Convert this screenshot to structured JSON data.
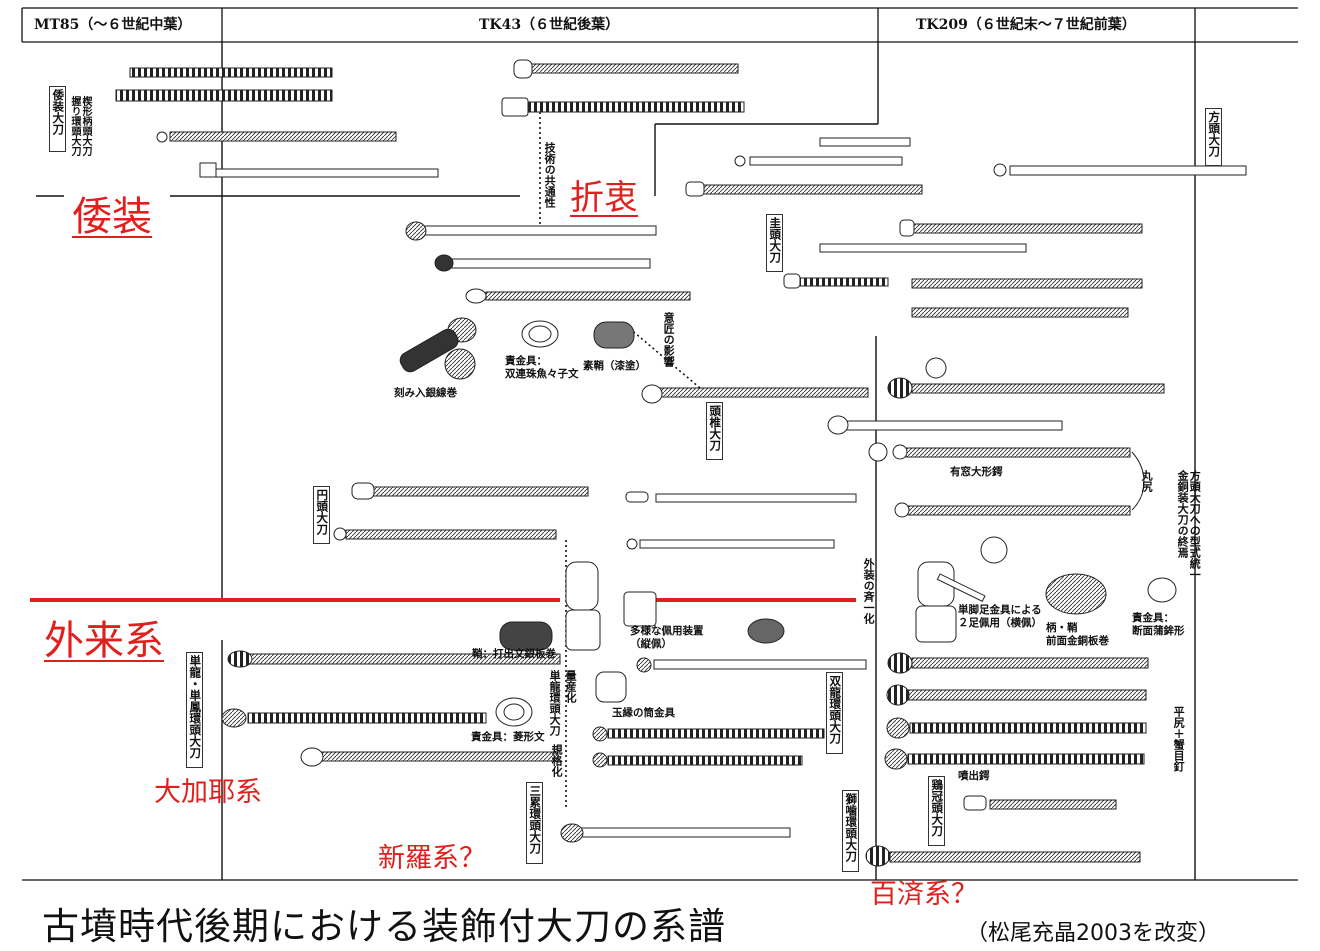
{
  "header": {
    "col1": "MT85（～６世紀中葉）",
    "col2": "TK43（６世紀後葉）",
    "col3": "TK209（６世紀末～７世紀前葉）"
  },
  "groups": {
    "wasou": "倭装",
    "secchu": "折衷",
    "gairai": "外来系",
    "daikaya": "大加耶系",
    "shiragi": "新羅系？",
    "kudara": "百済系？"
  },
  "labels": {
    "wasou_tachi": "倭装大刀",
    "wasou_sub": "楔形柄頭大刀\n握り環頭大刀",
    "gijutsu": "技術の共通性",
    "keito": "圭頭大刀",
    "houtou": "方頭大刀",
    "ishou": "意匠の影響",
    "tsubo": "頭椎大刀",
    "kizami": "刻み入銀線巻",
    "seikingu1": "責金具：\n双連珠魚々子文",
    "sosaya": "素鞘（漆塗）",
    "entou": "円頭大刀",
    "yuui": "有窓大形鍔",
    "maruziri": "丸尻",
    "houtou_kinsou": "方頭大刀への型式統一\n金銅装大刀の終焉",
    "gaisou": "外装の斉一化",
    "tankyaku": "単脚足金具による\n２足佩用（横佩）",
    "tsuka_saya": "柄・鞘\n前面金銅板巻",
    "seikingu_dan": "責金具：\n断面蒲鉾形",
    "tanryu": "単龍・単鳳環頭大刀",
    "saya_uchi": "鞘：打出文銀板巻",
    "tayou": "多様な佩用装置\n（縦佩）",
    "ryousan": "量産化",
    "tanryu2": "単龍環頭大刀",
    "kikaku": "規格化",
    "seikingu_hishi": "責金具：菱形文",
    "gyokuen": "玉縁の筒金具",
    "souryu": "双龍環頭大刀",
    "heiziri": "平尻＋蟹目釘",
    "funshutsu": "噴出鍔",
    "sanrui": "三累環頭大刀",
    "shishigami": "獅噛環頭大刀",
    "keikan": "鶏冠頭大刀"
  },
  "footer": {
    "title": "古墳時代後期における装飾付大刀の系譜",
    "credit": "（松尾充晶2003を改変）"
  },
  "colors": {
    "accent": "#e0201c",
    "line": "#111111"
  }
}
